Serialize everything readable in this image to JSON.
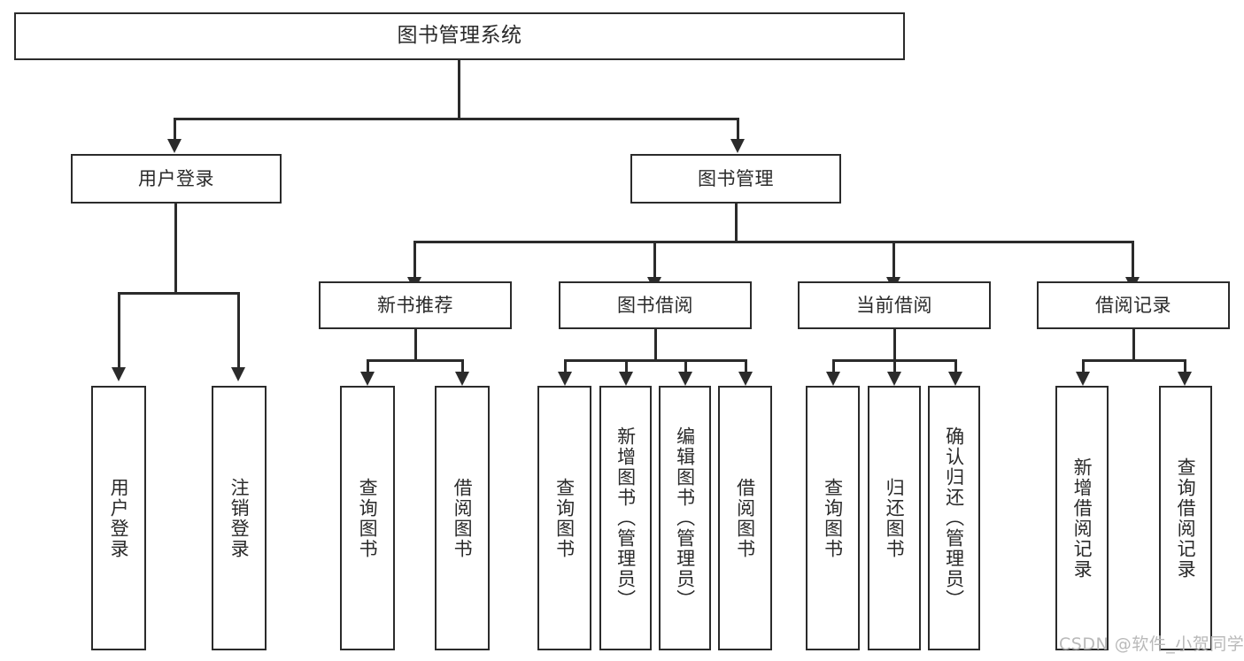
{
  "diagram": {
    "title": "图书管理系统",
    "type": "hierarchy-tree",
    "watermark": "CSDN @软件_小贺同学",
    "colors": {
      "box_stroke": "#2b2b2b",
      "box_fill": "#ffffff",
      "text": "#2a2a2a",
      "connector": "#2b2b2b",
      "watermark": "#b9b9b9",
      "background": "#ffffff"
    },
    "root": {
      "label": "图书管理系统"
    },
    "level1": [
      {
        "label": "用户登录"
      },
      {
        "label": "图书管理"
      }
    ],
    "level2": [
      {
        "label": "新书推荐"
      },
      {
        "label": "图书借阅"
      },
      {
        "label": "当前借阅"
      },
      {
        "label": "借阅记录"
      }
    ],
    "leaves": {
      "user_login": [
        {
          "label": "用户登录"
        },
        {
          "label": "注销登录"
        }
      ],
      "new_book_recommend": [
        {
          "label": "查询图书"
        },
        {
          "label": "借阅图书"
        }
      ],
      "book_borrow": [
        {
          "label": "查询图书"
        },
        {
          "label": "新增图书（管理员）"
        },
        {
          "label": "编辑图书（管理员）"
        },
        {
          "label": "借阅图书"
        }
      ],
      "current_borrow": [
        {
          "label": "查询图书"
        },
        {
          "label": "归还图书"
        },
        {
          "label": "确认归还（管理员）"
        }
      ],
      "borrow_record": [
        {
          "label": "新增借阅记录"
        },
        {
          "label": "查询借阅记录"
        }
      ]
    }
  }
}
